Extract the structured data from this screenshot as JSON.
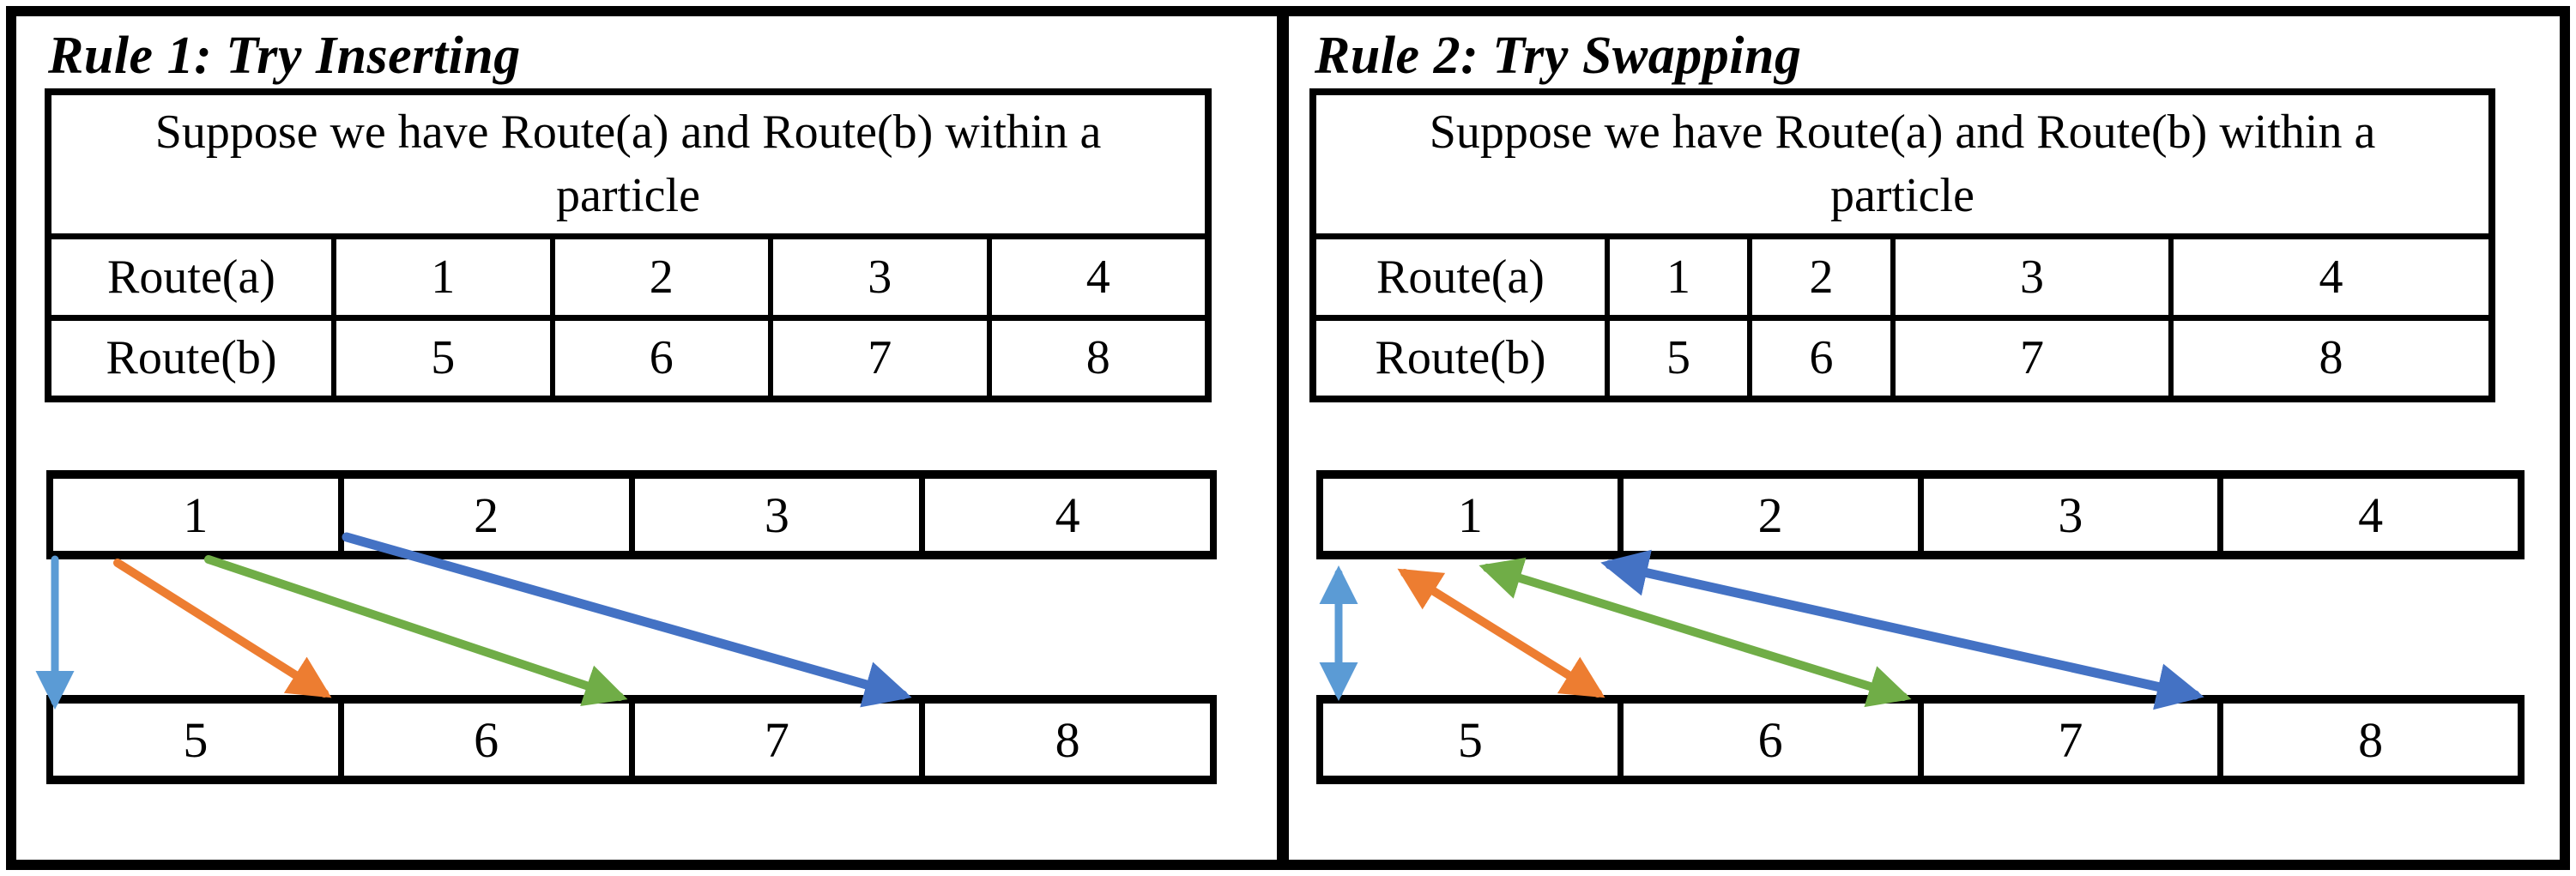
{
  "colors": {
    "light_blue": "#5B9BD5",
    "orange": "#ED7D31",
    "green": "#70AD47",
    "blue": "#4472C4",
    "border": "#000000"
  },
  "panels": [
    {
      "title": "Rule 1: Try Inserting",
      "arrow_type": "single",
      "table": {
        "header": "Suppose we have Route(a) and Route(b) within a particle",
        "rows": [
          {
            "label": "Route(a)",
            "cells": [
              "1",
              "2",
              "3",
              "4"
            ]
          },
          {
            "label": "Route(b)",
            "cells": [
              "5",
              "6",
              "7",
              "8"
            ]
          }
        ]
      },
      "top_bar": [
        "1",
        "2",
        "3",
        "4"
      ],
      "bottom_bar": [
        "5",
        "6",
        "7",
        "8"
      ]
    },
    {
      "title": "Rule 2: Try Swapping",
      "arrow_type": "double",
      "table": {
        "header": "Suppose we have Route(a) and Route(b) within a particle",
        "rows": [
          {
            "label": "Route(a)",
            "cells": [
              "1",
              "2",
              "3",
              "4"
            ]
          },
          {
            "label": "Route(b)",
            "cells": [
              "5",
              "6",
              "7",
              "8"
            ]
          }
        ]
      },
      "top_bar": [
        "1",
        "2",
        "3",
        "4"
      ],
      "bottom_bar": [
        "5",
        "6",
        "7",
        "8"
      ]
    }
  ]
}
